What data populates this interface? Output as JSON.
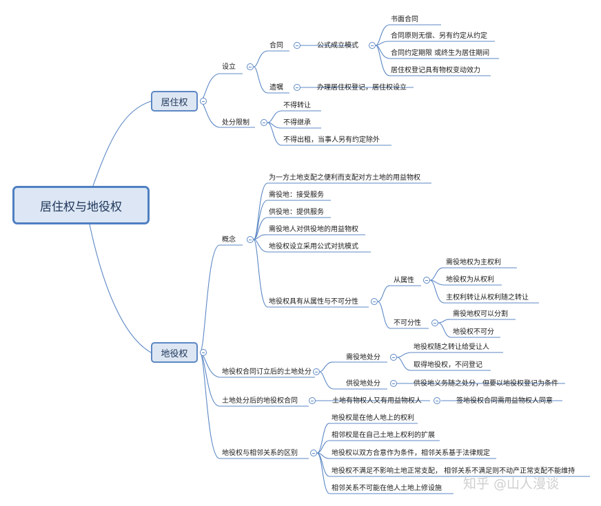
{
  "root": "居住权与地役权",
  "juzhu": {
    "title": "居住权",
    "sheli": "设立",
    "hetong": "合同",
    "gongshi": "公式成立模式",
    "g1": "书面合同",
    "g2": "合同原则无偿、另有约定从约定",
    "g3": "合同约定期限 或终生为居住期间",
    "g4": "居住权登记具有物权变动效力",
    "yizhu": "遗嘱",
    "yizhu_c": "办理居住权登记，居住权设立",
    "chufen": "处分限制",
    "c1": "不得转让",
    "c2": "不得继承",
    "c3": "不得出租，当事人另有约定除外"
  },
  "diyi": {
    "title": "地役权",
    "gainian": "概念",
    "k1": "为一方土地支配之便利而支配对方土地的用益物权",
    "k2": "需役地：接受服务",
    "k3": "供役地：提供服务",
    "k4": "需役地人对供役地的用益物权",
    "k5": "地役权设立采用公式对抗模式",
    "k6": "地役权具有从属性与不可分性",
    "congshu": "从属性",
    "cs1": "需役地权为主权利",
    "cs2": "地役权为从权利",
    "cs3": "主权利转让从权利随之转让",
    "bukefen": "不可分性",
    "bk1": "需役地权可以分割",
    "bk2": "地役权不可分",
    "chufen": "地役权合同订立后的土地处分",
    "xuyi": "需役地处分",
    "xy1": "地役权随之转让给受让人",
    "xy2": "取得地役权，不问登记",
    "gongyi": "供役地处分",
    "gy1": "供役地义务随之处分，但要以地役权登记为条件",
    "hetong": "土地处分后的地役权合同",
    "ht1": "土地有物权人又有用益物权人",
    "ht2": "签地役权合同需用益物权人同意",
    "qubie": "地役权与相邻关系的区别",
    "q1": "地役权是在他人地上的权利",
    "q2": "相邻权是在自己土地上权利的扩展",
    "q3": "地役权以双方合意作为条件，相邻关系基于法律规定",
    "q4": "地役权不满足不影响土地正常支配， 相邻关系不满足则不动产正常支配不能维持",
    "q5": "相邻关系不可能在他人土地上修设施"
  },
  "watermark": "知乎 @山人漫谈",
  "colors": {
    "line": "#5b87c4",
    "box_fill": "#dde6f3",
    "box_border": "#5b87c4",
    "text": "#1a1a1a"
  }
}
